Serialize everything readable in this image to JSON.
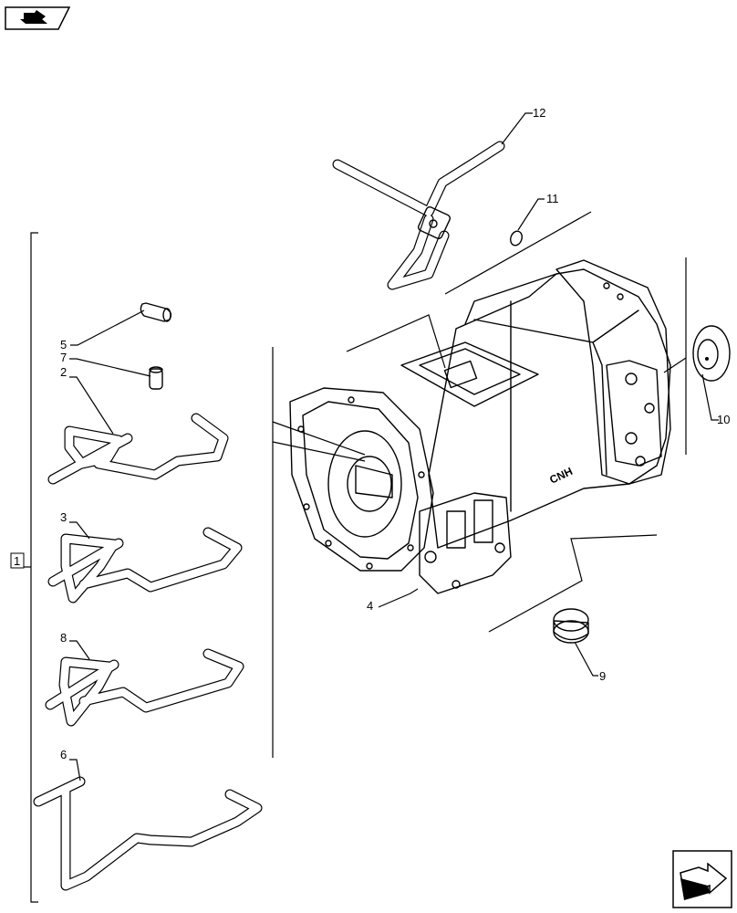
{
  "group_label": "1",
  "callouts": {
    "c2": "2",
    "c3": "3",
    "c4": "4",
    "c5": "5",
    "c6": "6",
    "c7": "7",
    "c8": "8",
    "c9": "9",
    "c10": "10",
    "c11": "11",
    "c12": "12"
  },
  "housing_logo": "CNH",
  "icons": {
    "top_left": "previous-page-icon",
    "bottom_right": "next-page-icon"
  }
}
